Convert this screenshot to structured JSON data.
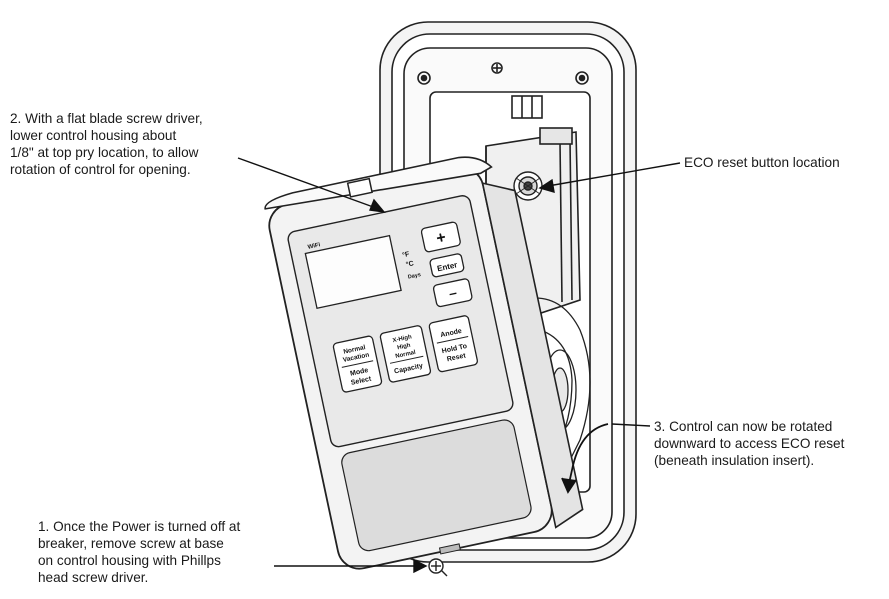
{
  "annotations": {
    "step2": "2. With a flat blade screw driver,\nlower control housing about\n1/8\" at top pry location, to allow\nrotation of control for opening.",
    "eco": "ECO reset button location",
    "step3": "3. Control can now be rotated\ndownward to access ECO reset\n(beneath insulation insert).",
    "step1": "1. Once the Power is turned off at\nbreaker, remove screw at base\non control housing with Phillps\nhead screw driver."
  },
  "device": {
    "wifi_label": "WiFi",
    "unit_f": "°F",
    "unit_c": "°C",
    "unit_days": "Days",
    "plus": "+",
    "enter": "Enter",
    "minus": "–",
    "mode_top1": "Normal",
    "mode_top2": "Vacation",
    "mode_bot1": "Mode",
    "mode_bot2": "Select",
    "cap_top1": "X-High",
    "cap_top2": "High",
    "cap_top3": "Normal",
    "cap_bot": "Capacity",
    "anode_top": "Anode",
    "anode_bot1": "Hold To",
    "anode_bot2": "Reset"
  }
}
